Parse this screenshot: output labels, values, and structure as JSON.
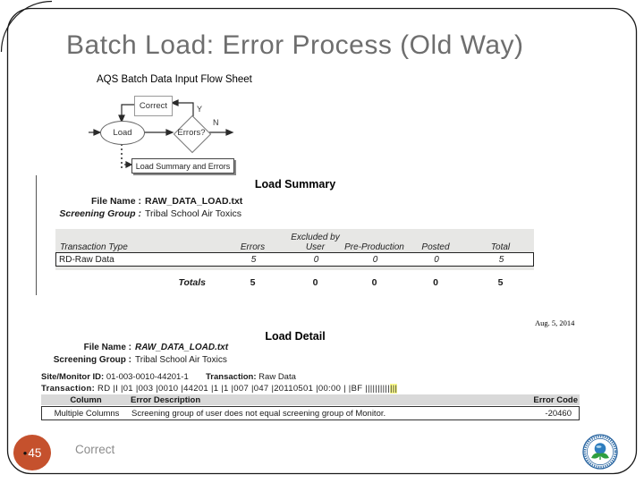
{
  "slide": {
    "title": "Batch Load: Error Process (Old Way)",
    "page_number": "45",
    "footer_note": "Correct"
  },
  "flowchart": {
    "caption": "AQS Batch Data Input Flow Sheet",
    "correct_label": "Correct",
    "load_label": "Load",
    "decision_label": "Errors?",
    "yes_label": "Y",
    "no_label": "N",
    "output_label": "Load Summary and Errors"
  },
  "load_summary": {
    "title": "Load Summary",
    "file_name_label": "File Name :",
    "file_name_value": "RAW_DATA_LOAD.txt",
    "screening_group_label": "Screening Group :",
    "screening_group_value": "Tribal School Air Toxics",
    "table": {
      "headers": [
        "Transaction Type",
        "Errors",
        "Excluded by\nUser",
        "Pre-Production",
        "Posted",
        "Total"
      ],
      "rows": [
        [
          "RD-Raw Data",
          "5",
          "0",
          "0",
          "0",
          "5"
        ]
      ],
      "totals_label": "Totals",
      "totals": [
        "5",
        "0",
        "0",
        "0",
        "5"
      ]
    }
  },
  "date_stamp": "Aug. 5, 2014",
  "load_detail": {
    "title": "Load Detail",
    "file_name_label": "File Name :",
    "file_name_value": "RAW_DATA_LOAD.txt",
    "screening_group_label": "Screening Group :",
    "screening_group_value": "Tribal School Air Toxics",
    "site_monitor_label": "Site/Monitor ID:",
    "site_monitor_value": "01-003-0010-44201-1",
    "transaction_type_label": "Transaction:",
    "transaction_type_value": "Raw Data",
    "transaction_label": "Transaction:",
    "transaction_value": "RD |I |01 |003 |0010 |44201 |1 |1 |007 |047 |20110501 |00:00 | |BF ||||||||||",
    "transaction_value_highlighted": "|||",
    "table": {
      "headers": [
        "Column",
        "Error Description",
        "Error Code"
      ],
      "rows": [
        [
          "Multiple Columns",
          "Screening group of user does not equal screening group of Monitor.",
          "-20460"
        ]
      ]
    }
  },
  "colors": {
    "page_circle": "#c5512d",
    "title_text": "#6e6e6e",
    "highlight": "#ffff8f",
    "epa_blue": "#2e7dbe",
    "epa_green": "#2f9e3f"
  }
}
